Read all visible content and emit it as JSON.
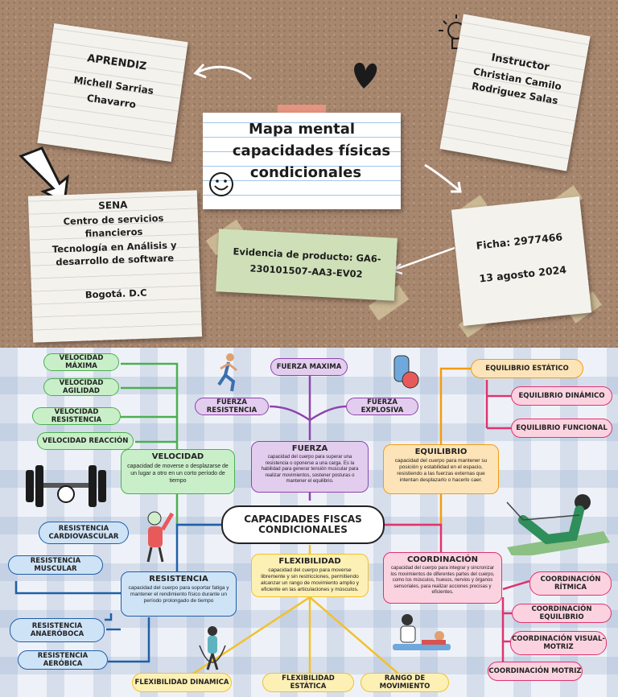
{
  "header": {
    "aprendiz_label": "APRENDIZ",
    "aprendiz_name_1": "Michell Sarrias",
    "aprendiz_name_2": "Chavarro",
    "title_1": "Mapa mental",
    "title_2": "capacidades físicas",
    "title_3": "condicionales",
    "instructor_label": "Instructor",
    "instructor_name_1": "Christian Camilo",
    "instructor_name_2": "Rodriguez Salas",
    "sena_label": "SENA",
    "sena_line_1": "Centro de servicios",
    "sena_line_2": "financieros",
    "sena_line_3": "Tecnología en Análisis y",
    "sena_line_4": "desarrollo de software",
    "city": "Bogotá. D.C",
    "evidence_1": "Evidencia de producto: GA6-",
    "evidence_2": "230101507-AA3-EV02",
    "ficha": "Ficha: 2977466",
    "date": "13 agosto 2024"
  },
  "map": {
    "center": "CAPACIDADES FISCAS CONDICIONALES",
    "velocidad": {
      "title": "VELOCIDAD",
      "desc": "capacidad de moverse o desplazarse de un lugar a otro en un corto período de tiempo",
      "items": [
        "VELOCIDAD MÁXIMA",
        "VELOCIDAD AGILIDAD",
        "VELOCIDAD RESISTENCIA",
        "VELOCIDAD REACCIÓN"
      ]
    },
    "fuerza": {
      "title": "FUERZA",
      "desc": "capacidad del cuerpo para superar una resistencia o oponerse a una carga. Es la habilidad para generar tensión muscular para realizar movimientos, sostener posturas o mantener el equilibrio.",
      "items": [
        "FUERZA MAXIMA",
        "FUERZA RESISTENCIA",
        "FUERZA EXPLOSIVA"
      ]
    },
    "equilibrio": {
      "title": "EQUILIBRIO",
      "desc": "capacidad del cuerpo para mantener su posición y estabilidad en el espacio, resistiendo a las fuerzas externas que intentan desplazarlo o hacerlo caer.",
      "items": [
        "EQUILIBRIO ESTÁTICO",
        "EQUILIBRIO DINÁMICO",
        "EQUILIBRIO FUNCIONAL"
      ]
    },
    "resistencia": {
      "title": "RESISTENCIA",
      "desc": "capacidad del cuerpo para soportar fatiga y mantener el rendimiento físico durante un período prolongado de tiempo",
      "items": [
        "RESISTENCIA CARDIOVASCULAR",
        "RESISTENCIA MUSCULAR",
        "RESISTENCIA ANAERÓBOCA",
        "RESISTENCIA AERÓBICA"
      ]
    },
    "flexibilidad": {
      "title": "FLEXIBILIDAD",
      "desc": "capacidad del cuerpo para moverse libremente y sin restricciones, permitiendo alcanzar un rango de movimiento amplio y eficiente en las articulaciones y músculos.",
      "items": [
        "FLEXIBILIDAD DINAMICA",
        "FLEXIBILIDAD ESTÁTICA",
        "RANGO DE MOVIMIENTO"
      ]
    },
    "coordinacion": {
      "title": "COORDINACIÓN",
      "desc": "capacidad del cuerpo para integrar y sincronizar los movimientos de diferentes partes del cuerpo, como los músculos, huesos, nervios y órganos sensoriales, para realizar acciones precisas y eficientes.",
      "items": [
        "COORDINACIÓN RÍTMICA",
        "COORDINACIÓN EQUILIBRIO",
        "COORDINACIÓN VISUAL-MOTRIZ",
        "COORDINACIÓN MOTRIZ"
      ]
    }
  },
  "colors": {
    "velocidad": "#4caf50",
    "fuerza": "#8e44ad",
    "equilibrio": "#f39c12",
    "resistencia": "#1f5fa8",
    "flexibilidad": "#f2c12e",
    "coordinacion": "#e0336e"
  }
}
